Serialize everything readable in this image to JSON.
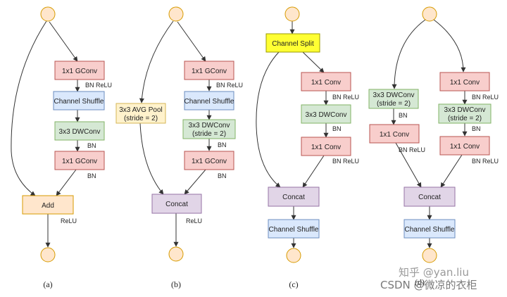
{
  "colors": {
    "red": {
      "fill": "#f8cecc",
      "stroke": "#b85450"
    },
    "blue": {
      "fill": "#dae8fc",
      "stroke": "#6c8ebf"
    },
    "green": {
      "fill": "#d5e8d4",
      "stroke": "#82b366"
    },
    "orange": {
      "fill": "#ffe6cc",
      "stroke": "#d79b00"
    },
    "purple": {
      "fill": "#e1d5e7",
      "stroke": "#9673a6"
    },
    "yellow_pool": {
      "fill": "#fff2cc",
      "stroke": "#d6b656"
    },
    "yellow_split": {
      "fill": "#ffff33",
      "stroke": "#999900"
    },
    "circle": {
      "fill": "#ffe6cc",
      "stroke": "#d79b00"
    },
    "line": "#333333"
  },
  "unit_a": {
    "gconv_1": "1x1 GConv",
    "bn_relu_1": "BN ReLU",
    "channel_shuffle": "Channel Shuffle",
    "dwconv": "3x3 DWConv",
    "bn_2": "BN",
    "gconv_2": "1x1 GConv",
    "bn_3": "BN",
    "add": "Add",
    "relu": "ReLU",
    "caption": "(a)"
  },
  "unit_b": {
    "gconv_1": "1x1 GConv",
    "bn_relu_1": "BN ReLU",
    "channel_shuffle": "Channel Shuffle",
    "dwconv_line1": "3x3 DWConv",
    "dwconv_line2": "(stride = 2)",
    "bn_2": "BN",
    "gconv_2": "1x1 GConv",
    "bn_3": "BN",
    "avgpool_line1": "3x3 AVG Pool",
    "avgpool_line2": "(stride = 2)",
    "concat": "Concat",
    "relu": "ReLU",
    "caption": "(b)"
  },
  "unit_c": {
    "channel_split": "Channel Split",
    "conv_1": "1x1 Conv",
    "bn_relu_1": "BN ReLU",
    "dwconv": "3x3 DWConv",
    "bn_2": "BN",
    "conv_2": "1x1 Conv",
    "bn_relu_2": "BN ReLU",
    "concat": "Concat",
    "channel_shuffle": "Channel Shuffle",
    "caption": "(c)"
  },
  "unit_d": {
    "left_dwconv_line1": "3x3 DWConv",
    "left_dwconv_line2": "(stride = 2)",
    "left_bn": "BN",
    "left_conv": "1x1 Conv",
    "left_bn_relu": "BN ReLU",
    "right_conv_1": "1x1 Conv",
    "right_bn_relu_1": "BN ReLU",
    "right_dwconv_line1": "3x3 DWConv",
    "right_dwconv_line2": "(stride = 2)",
    "right_bn": "BN",
    "right_conv_2": "1x1 Conv",
    "right_bn_relu_2": "BN ReLU",
    "concat": "Concat",
    "channel_shuffle": "Channel Shuffle",
    "caption": "(d)"
  },
  "watermark": {
    "zhihu": "知乎 @yan.liu",
    "csdn": "CSDN @微凉的衣柜"
  }
}
